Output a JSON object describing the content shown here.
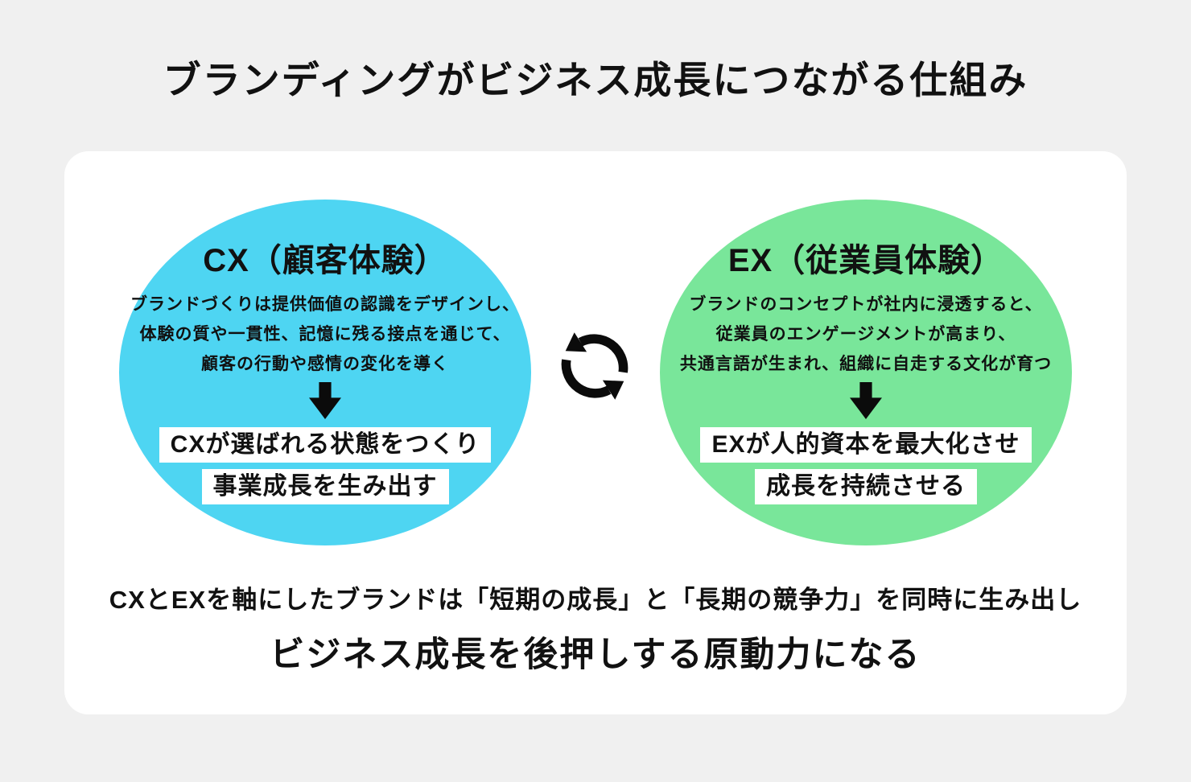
{
  "title": "ブランディングがビジネス成長につながる仕組み",
  "colors": {
    "background": "#f0f0f0",
    "card": "#ffffff",
    "cx_fill": "#4ed5f2",
    "ex_fill": "#79e69a",
    "highlight_box": "#ffffff",
    "text": "#111111",
    "icon": "#0b0b0b"
  },
  "cx": {
    "heading": "CX（顧客体験）",
    "description_lines": [
      "ブランドづくりは提供価値の認識をデザインし、",
      "体験の質や一貫性、記憶に残る接点を通じて、",
      "顧客の行動や感情の変化を導く"
    ],
    "arrow_icon": "down-arrow",
    "result_lines": [
      "CXが選ばれる状態をつくり",
      "事業成長を生み出す"
    ]
  },
  "ex": {
    "heading": "EX（従業員体験）",
    "description_lines": [
      "ブランドのコンセプトが社内に浸透すると、",
      "従業員のエンゲージメントが高まり、",
      "共通言語が生まれ、組織に自走する文化が育つ"
    ],
    "arrow_icon": "down-arrow",
    "result_lines": [
      "EXが人的資本を最大化させ",
      "成長を持続させる"
    ]
  },
  "center_icon": "cycle-arrows",
  "conclusion": {
    "line1": "CXとEXを軸にしたブランドは「短期の成長」と「長期の競争力」を同時に生み出し",
    "line2": "ビジネス成長を後押しする原動力になる"
  }
}
